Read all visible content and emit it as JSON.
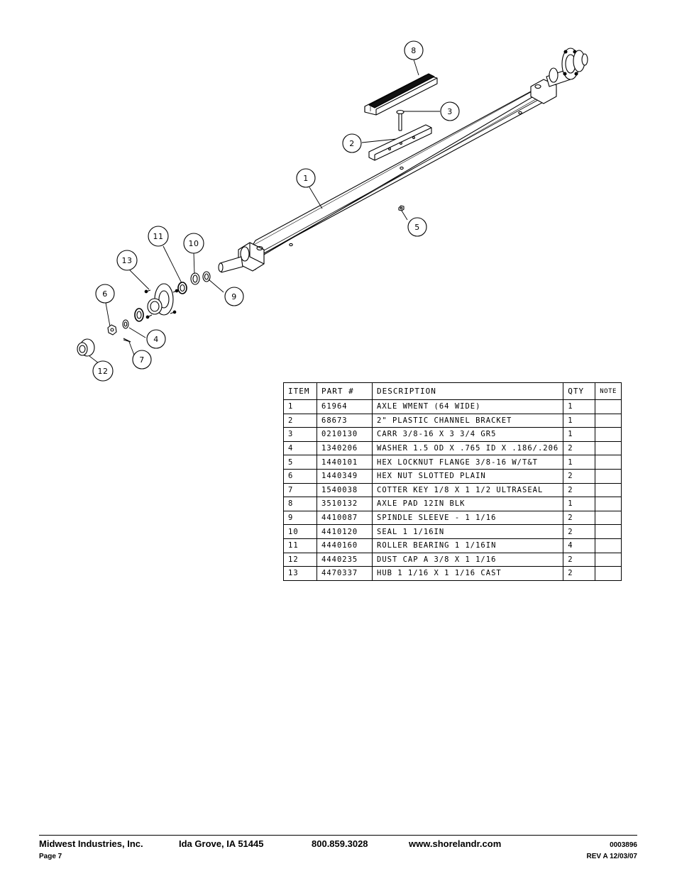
{
  "diagram": {
    "callouts": [
      "1",
      "2",
      "3",
      "4",
      "5",
      "6",
      "7",
      "8",
      "9",
      "10",
      "11",
      "12",
      "13"
    ]
  },
  "parts_table": {
    "headers": [
      "ITEM",
      "PART #",
      "DESCRIPTION",
      "QTY",
      "NOTE"
    ],
    "rows": [
      {
        "item": "1",
        "part": "61964",
        "description": "AXLE WMENT (64 WIDE)",
        "qty": "1",
        "note": ""
      },
      {
        "item": "2",
        "part": "68673",
        "description": "2\" PLASTIC CHANNEL BRACKET",
        "qty": "1",
        "note": ""
      },
      {
        "item": "3",
        "part": "0210130",
        "description": "CARR 3/8-16 X 3 3/4 GR5",
        "qty": "1",
        "note": ""
      },
      {
        "item": "4",
        "part": "1340206",
        "description": "WASHER 1.5 OD X .765 ID X .186/.206",
        "qty": "2",
        "note": ""
      },
      {
        "item": "5",
        "part": "1440101",
        "description": "HEX LOCKNUT FLANGE 3/8-16 W/T&T",
        "qty": "1",
        "note": ""
      },
      {
        "item": "6",
        "part": "1440349",
        "description": "HEX NUT SLOTTED PLAIN",
        "qty": "2",
        "note": ""
      },
      {
        "item": "7",
        "part": "1540038",
        "description": "COTTER KEY 1/8 X 1 1/2 ULTRASEAL",
        "qty": "2",
        "note": ""
      },
      {
        "item": "8",
        "part": "3510132",
        "description": "AXLE PAD 12IN  BLK",
        "qty": "1",
        "note": ""
      },
      {
        "item": "9",
        "part": "4410087",
        "description": "SPINDLE SLEEVE - 1 1/16",
        "qty": "2",
        "note": ""
      },
      {
        "item": "10",
        "part": "4410120",
        "description": "SEAL  1 1/16IN",
        "qty": "2",
        "note": ""
      },
      {
        "item": "11",
        "part": "4440160",
        "description": "ROLLER BEARING   1 1/16IN",
        "qty": "4",
        "note": ""
      },
      {
        "item": "12",
        "part": "4440235",
        "description": "DUST CAP A 3/8 X 1 1/16",
        "qty": "2",
        "note": ""
      },
      {
        "item": "13",
        "part": "4470337",
        "description": "HUB  1 1/16 X 1 1/16 CAST",
        "qty": "2",
        "note": ""
      }
    ]
  },
  "footer": {
    "company": "Midwest Industries, Inc.",
    "location": "Ida Grove, IA  51445",
    "phone": "800.859.3028",
    "website": "www.shorelandr.com",
    "page": "Page 7",
    "doc_number": "0003896",
    "revision": "REV A  12/03/07"
  }
}
